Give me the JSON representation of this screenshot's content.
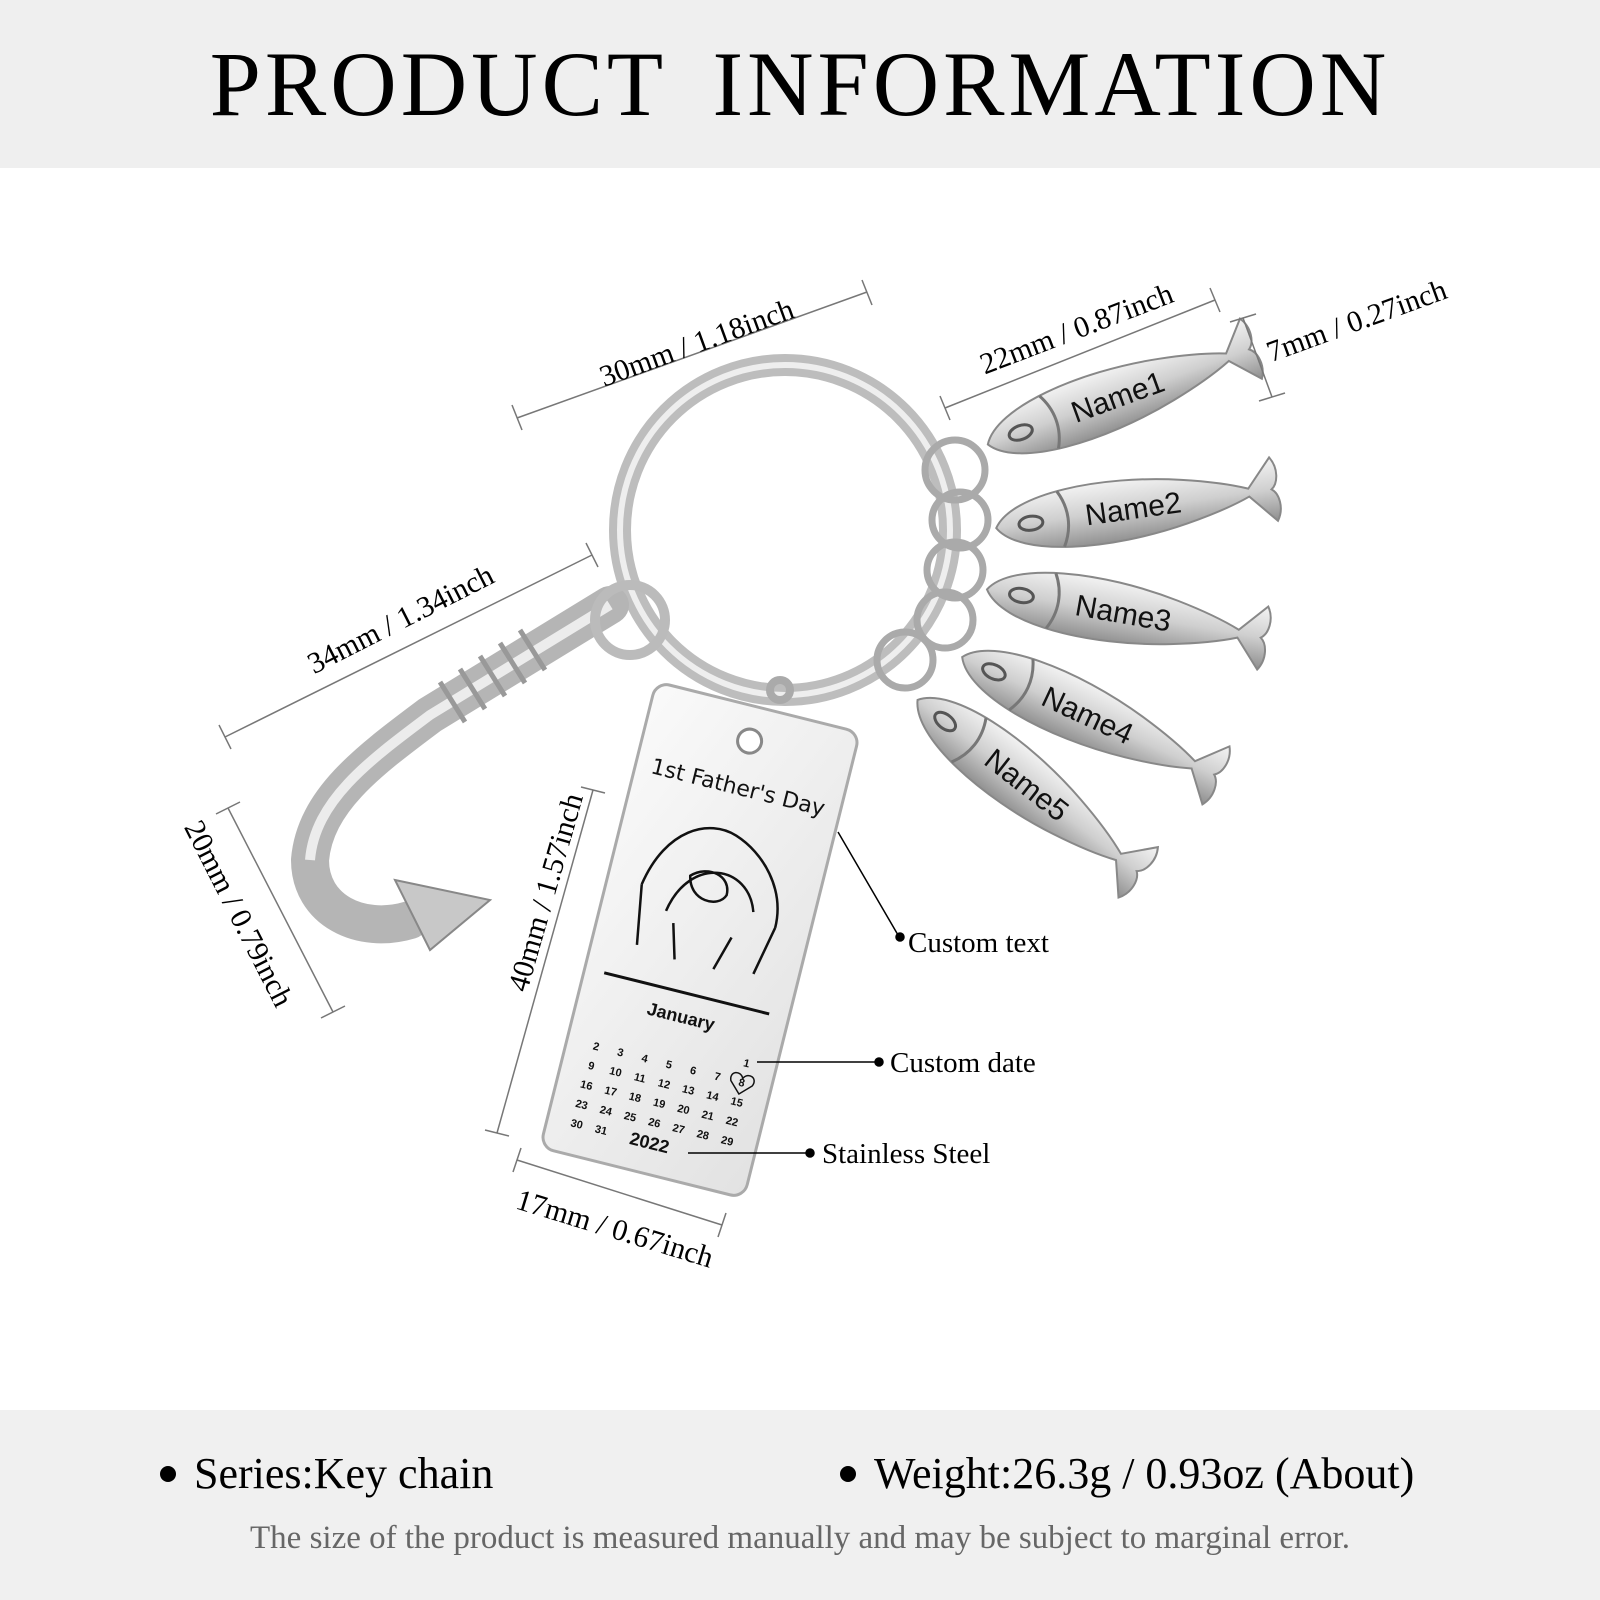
{
  "title": "PRODUCT INFORMATION",
  "dimensions": {
    "ring": "30mm / 1.18inch",
    "fish_length": "22mm / 0.87inch",
    "fish_height": "7mm / 0.27inch",
    "hook_length": "34mm / 1.34inch",
    "hook_width": "20mm / 0.79inch",
    "tag_height": "40mm / 1.57inch",
    "tag_width": "17mm / 0.67inch"
  },
  "callouts": {
    "custom_text": "Custom text",
    "custom_date": "Custom date",
    "material": "Stainless Steel"
  },
  "fish_names": [
    "Name1",
    "Name2",
    "Name3",
    "Name4",
    "Name5"
  ],
  "tag": {
    "heading": "1st Father's Day",
    "month": "January",
    "year": "2022",
    "calendar_rows": [
      [
        "",
        "",
        "",
        "",
        "",
        "",
        "1"
      ],
      [
        "2",
        "3",
        "4",
        "5",
        "6",
        "7",
        "8"
      ],
      [
        "9",
        "10",
        "11",
        "12",
        "13",
        "14",
        "15"
      ],
      [
        "16",
        "17",
        "18",
        "19",
        "20",
        "21",
        "22"
      ],
      [
        "23",
        "24",
        "25",
        "26",
        "27",
        "28",
        "29"
      ],
      [
        "30",
        "31",
        "",
        "",
        "",
        "",
        ""
      ]
    ],
    "highlighted_day": "8"
  },
  "specs": {
    "series": "Series:Key chain",
    "weight": "Weight:26.3g / 0.93oz (About)"
  },
  "note": "The size of the product is measured manually and may be subject to marginal error.",
  "colors": {
    "band": "#efefef",
    "steel": "#c9c9c9",
    "note": "#666666"
  }
}
